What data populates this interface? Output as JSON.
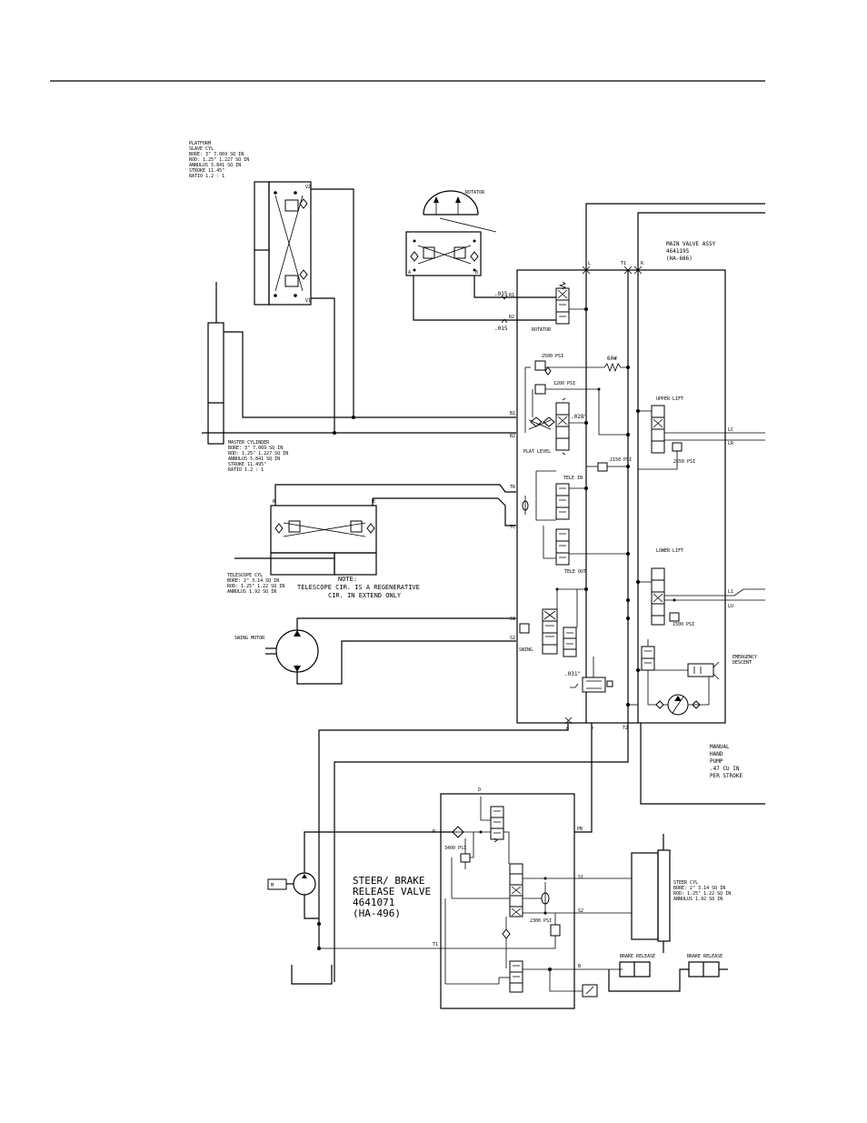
{
  "platform_slave": {
    "lines": [
      "PLATFORM",
      "SLAVE CYL",
      "BORE: 3\"    7.069 SQ IN",
      "ROD: 1.25\"  1.227 SQ IN",
      "ANNULUS     5.841 SQ IN",
      "STROKE        11.45\"",
      "RATIO       1.2 : 1"
    ],
    "port_top": "V2",
    "port_bot": "V1"
  },
  "rotator": {
    "label": "ROTATOR",
    "port_a": "A",
    "port_b": "B",
    "orifice_top": ".015",
    "orifice_bot": ".015",
    "port_r1": "R1",
    "port_r2": "R2",
    "valve_label": "ROTATOR"
  },
  "main_valve": {
    "lines": [
      "MAIN VALVE ASSY",
      "4641195",
      "(HA-686)"
    ],
    "port_l": "L",
    "port_t1": "T1",
    "port_r": "R",
    "port_g": "G",
    "port_p": "P",
    "port_t2": "T2"
  },
  "plat_level": {
    "label": "PLAT LEVEL",
    "relief_a": "2500 PSI",
    "relief_b": "1200 PSI",
    "spring": "60#",
    "orifice": ".028\"",
    "port_b1": "B1",
    "port_b2": "B2"
  },
  "master_cyl": {
    "lines": [
      "MASTER CYLINDER",
      "BORE: 3\"    7.069 SQ IN",
      "ROD: 1.25\"  1.227 SQ IN",
      "ANNULUS     5.841 SQ IN",
      "STROKE        11.495\"",
      "RATIO       1.2 : 1"
    ]
  },
  "upper_lift": {
    "label": "UPPER LIFT",
    "relief": "2550 PSI",
    "port_lc": "LC",
    "port_lr": "LR"
  },
  "tele": {
    "in_label": "TELE IN",
    "out_label": "TELE OUT",
    "relief": "2150 PSI",
    "port_tr": "TR",
    "port_tc": "TC",
    "port_r": "R",
    "port_e": "E"
  },
  "telescope_cyl": {
    "lines": [
      "TELESCOPE CYL",
      "BORE: 2\"    3.14 SQ IN",
      "ROD: 1.25\"  1.22 SQ IN",
      "ANNULUS     1.92 SQ IN"
    ]
  },
  "note": {
    "lines": [
      "NOTE:",
      "TELESCOPE CIR. IS A REGENERATIVE",
      "CIR. IN EXTEND ONLY"
    ]
  },
  "lower_lift": {
    "label": "LOWER LIFT",
    "relief": "1500 PSI",
    "port_l1": "L1",
    "port_lu": "LU"
  },
  "swing": {
    "motor_label": "SWING MOTOR",
    "valve_label": "SWING",
    "port_s1": "S1",
    "port_s2": "S2",
    "orifice": ".031\""
  },
  "emergency": {
    "lines": [
      "EMERGENCY",
      "DESCENT"
    ]
  },
  "hand_pump": {
    "lines": [
      "MANUAL",
      "HAND",
      "PUMP",
      ".47 CU IN",
      "PER STROKE"
    ]
  },
  "steer_brake": {
    "lines": [
      "STEER/ BRAKE",
      "RELEASE VALVE",
      "4641071",
      "(HA-496)"
    ],
    "relief_a": "3400 PSI",
    "relief_b": "2300 PSI",
    "port_d": "D",
    "port_p": "P",
    "port_pb": "PB",
    "port_s1": "S1",
    "port_s2": "S2",
    "port_t1": "T1",
    "port_b": "B"
  },
  "steer_cyl": {
    "lines": [
      "STEER CYL",
      "BORE: 2\"    3.14 SQ IN",
      "ROD: 1.25\"  1.22 SQ IN",
      "ANNULUS     1.92 SQ IN"
    ]
  },
  "brake": {
    "label_a": "BRAKE RELEASE",
    "label_b": "BRAKE RELEASE"
  },
  "motor_tag": "M"
}
